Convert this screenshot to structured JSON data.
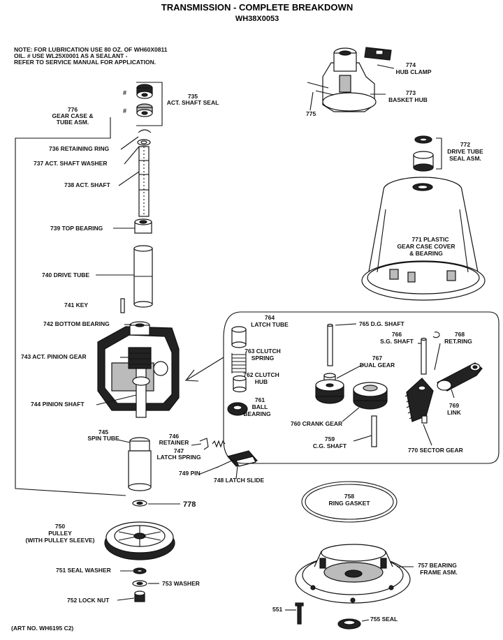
{
  "header": {
    "title": "TRANSMISSION - COMPLETE BREAKDOWN",
    "model": "WH38X0053"
  },
  "note": {
    "line1": "NOTE: FOR LUBRICATION USE 80 OZ. OF WH60X0811",
    "line2": "OIL. # USE WL25X0001 AS A SEALANT -",
    "line3": "REFER TO SERVICE MANUAL FOR APPLICATION."
  },
  "marks": {
    "hash": "#"
  },
  "parts": {
    "p774": {
      "num": "774",
      "name": "HUB CLAMP"
    },
    "p773": {
      "num": "773",
      "name": "BASKET HUB"
    },
    "p775": {
      "num": "775"
    },
    "p772": {
      "num": "772",
      "name1": "DRIVE TUBE",
      "name2": "SEAL ASM."
    },
    "p771": {
      "num": "771",
      "name1": "PLASTIC",
      "name2": "GEAR CASE COVER",
      "name3": "& BEARING"
    },
    "p735": {
      "num": "735",
      "name": "ACT. SHAFT SEAL"
    },
    "p776": {
      "num": "776",
      "name1": "GEAR CASE &",
      "name2": "TUBE ASM."
    },
    "p736": {
      "num": "736",
      "name": "RETAINING RING"
    },
    "p737": {
      "num": "737",
      "name": "ACT. SHAFT WASHER"
    },
    "p738": {
      "num": "738",
      "name": "ACT. SHAFT"
    },
    "p739": {
      "num": "739",
      "name": "TOP BEARING"
    },
    "p740": {
      "num": "740",
      "name": "DRIVE TUBE"
    },
    "p741": {
      "num": "741",
      "name": "KEY"
    },
    "p742": {
      "num": "742",
      "name": "BOTTOM BEARING"
    },
    "p743": {
      "num": "743",
      "name": "ACT. PINION GEAR"
    },
    "p744": {
      "num": "744",
      "name": "PINION SHAFT"
    },
    "p745": {
      "num": "745",
      "name": "SPIN TUBE"
    },
    "p746": {
      "num": "746",
      "name": "RETAINER"
    },
    "p747": {
      "num": "747",
      "name": "LATCH SPRING"
    },
    "p748": {
      "num": "748",
      "name": "LATCH SLIDE"
    },
    "p749": {
      "num": "749",
      "name": "PIN"
    },
    "p778": {
      "num": "778"
    },
    "p750": {
      "num": "750",
      "name1": "PULLEY",
      "name2": "(WITH PULLEY SLEEVE)"
    },
    "p751": {
      "num": "751",
      "name": "SEAL WASHER"
    },
    "p753": {
      "num": "753",
      "name": "WASHER"
    },
    "p752": {
      "num": "752",
      "name": "LOCK NUT"
    },
    "p764": {
      "num": "764",
      "name": "LATCH TUBE"
    },
    "p763": {
      "num": "763",
      "name1": "CLUTCH",
      "name2": "SPRING"
    },
    "p762": {
      "num": "762",
      "name1": "CLUTCH",
      "name2": "HUB"
    },
    "p761": {
      "num": "761",
      "name1": "BALL",
      "name2": "BEARING"
    },
    "p765": {
      "num": "765",
      "name": "D.G. SHAFT"
    },
    "p767": {
      "num": "767",
      "name": "DUAL GEAR"
    },
    "p766": {
      "num": "766",
      "name": "S.G. SHAFT"
    },
    "p768": {
      "num": "768",
      "name": "RET.RING"
    },
    "p769": {
      "num": "769",
      "name": "LINK"
    },
    "p760": {
      "num": "760",
      "name": "CRANK GEAR"
    },
    "p759": {
      "num": "759",
      "name": "C.G. SHAFT"
    },
    "p770": {
      "num": "770",
      "name": "SECTOR GEAR"
    },
    "p758": {
      "num": "758",
      "name": "RING GASKET"
    },
    "p757": {
      "num": "757",
      "name1": "BEARING",
      "name2": "FRAME ASM."
    },
    "p551": {
      "num": "551"
    },
    "p755": {
      "num": "755",
      "name": "SEAL"
    }
  },
  "footer": {
    "art_no": "(ART NO. WH6195 C2)"
  }
}
